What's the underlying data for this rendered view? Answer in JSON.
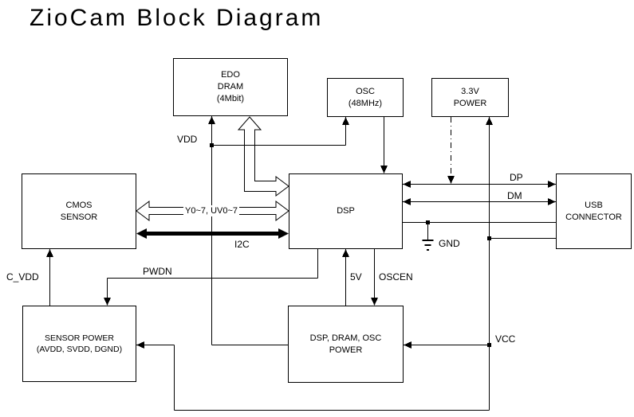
{
  "title": "ZioCam Block Diagram",
  "blocks": {
    "edo_dram": {
      "label": "EDO\nDRAM\n(4Mbit)"
    },
    "osc": {
      "label": "OSC\n(48MHz)"
    },
    "power_3v3": {
      "label": "3.3V\nPOWER"
    },
    "cmos_sensor": {
      "label": "CMOS\nSENSOR"
    },
    "dsp": {
      "label": "DSP"
    },
    "usb_connector": {
      "label": "USB\nCONNECTOR"
    },
    "sensor_power": {
      "label": "SENSOR POWER\n(AVDD, SVDD, DGND)"
    },
    "system_power": {
      "label": "DSP, DRAM, OSC\nPOWER"
    }
  },
  "signals": {
    "vdd": "VDD",
    "dp": "DP",
    "dm": "DM",
    "gnd": "GND",
    "video_bus": "Y0~7, UV0~7",
    "i2c": "I2C",
    "c_vdd": "C_VDD",
    "pwdn": "PWDN",
    "v5": "5V",
    "oscen": "OSCEN",
    "vcc": "VCC"
  },
  "colors": {
    "background": "#ffffff",
    "line": "#000000",
    "text": "#000000"
  }
}
